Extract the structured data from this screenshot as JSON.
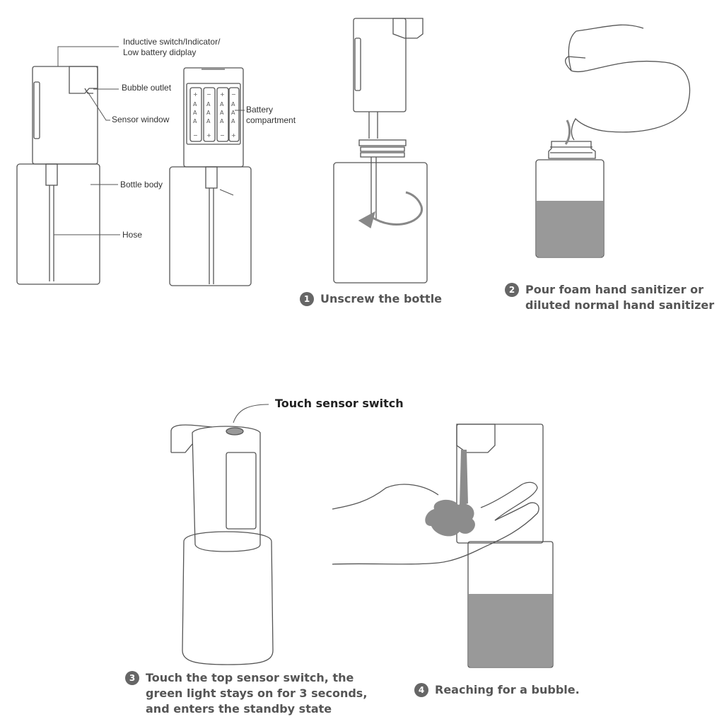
{
  "labels": {
    "inductive_switch": [
      "Inductive switch/Indicator/",
      "Low battery didplay"
    ],
    "bubble_outlet": "Bubble outlet",
    "sensor_window": "Sensor window",
    "battery_compartment": [
      "Battery",
      "compartment"
    ],
    "bottle_body": "Bottle body",
    "hose": "Hose",
    "touch_sensor_switch": "Touch sensor switch"
  },
  "steps": [
    {
      "number": "1",
      "lines": [
        "Unscrew the bottle"
      ]
    },
    {
      "number": "2",
      "lines": [
        "Pour foam hand sanitizer or",
        "diluted normal hand sanitizer"
      ]
    },
    {
      "number": "3",
      "lines": [
        "Touch the top sensor switch, the",
        "green light stays on for 3 seconds,",
        "and enters the standby state"
      ]
    },
    {
      "number": "4",
      "lines": [
        "Reaching for a bubble."
      ]
    }
  ],
  "colors": {
    "line": "#555555",
    "liquid": "#999999",
    "foam": "#8c8c8c",
    "badge": "#666666"
  }
}
